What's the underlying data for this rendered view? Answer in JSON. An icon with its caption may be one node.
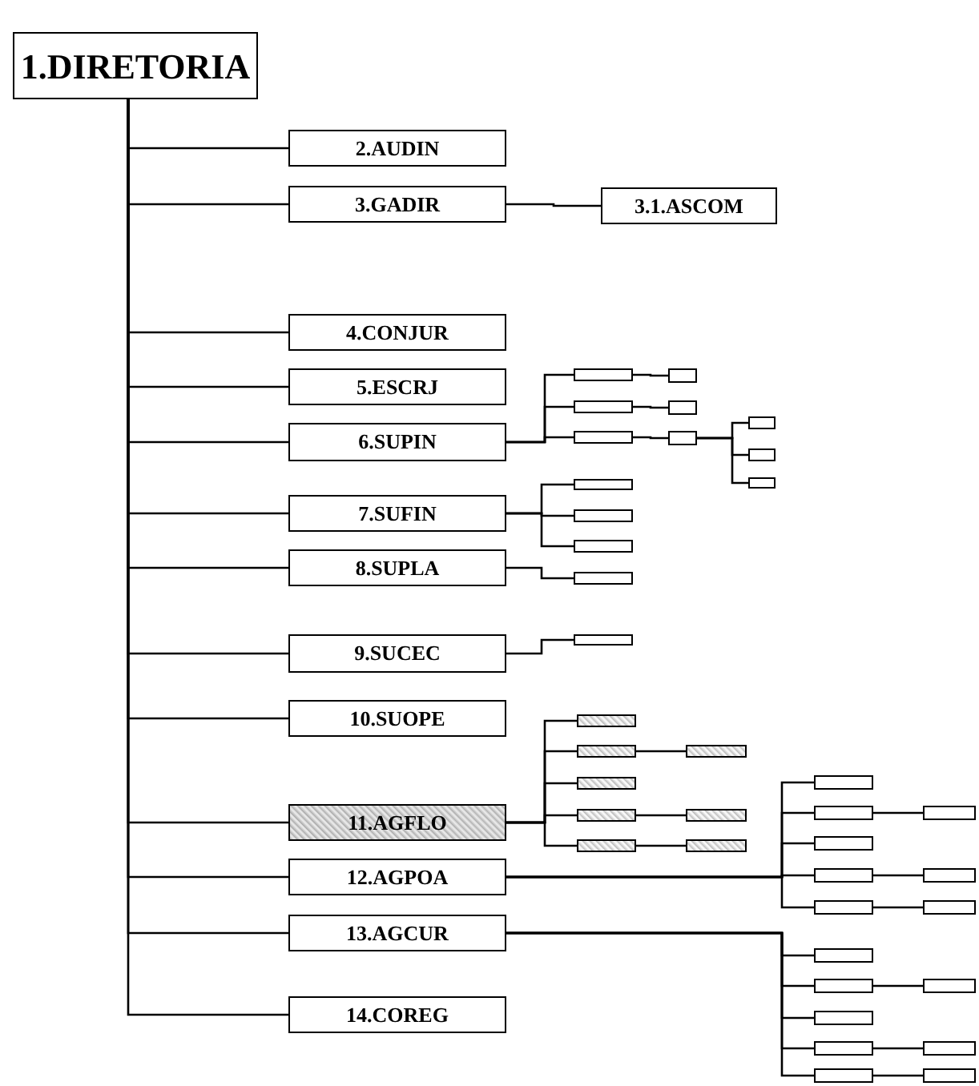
{
  "diagram": {
    "nodes": [
      {
        "text": [
          "1.DIRETORIA"
        ]
      },
      {
        "text": [
          "2.AUDIN"
        ]
      },
      {
        "text": [
          "3.GADIR"
        ]
      },
      {
        "text": [
          "3.1.ASCOM"
        ]
      },
      {
        "text": [
          "4.CONJUR"
        ]
      },
      {
        "text": [
          "5.ESCRJ"
        ]
      },
      {
        "text": [
          "6.SUPIN"
        ]
      },
      {
        "text": [
          "7.SUFIN"
        ]
      },
      {
        "text": [
          "8.SUPLA"
        ]
      },
      {
        "text": [
          "9.SUCEC"
        ]
      },
      {
        "text": [
          "10.SUOPE"
        ]
      },
      {
        "text": [
          "11.AGFLO"
        ]
      },
      {
        "text": [
          "12.AGPOA"
        ]
      },
      {
        "text": [
          "13.AGCUR"
        ]
      },
      {
        "text": [
          "14.COREG"
        ]
      },
      {
        "text": [],
        "shape": "box"
      },
      {
        "text": [],
        "shape": "box"
      },
      {
        "text": [],
        "shape": "box"
      },
      {
        "text": [],
        "shape": "box"
      },
      {
        "text": [],
        "shape": "box"
      },
      {
        "text": [],
        "shape": "box"
      },
      {
        "text": [],
        "shape": "box"
      },
      {
        "text": [],
        "shape": "box"
      },
      {
        "text": [],
        "shape": "box"
      },
      {
        "text": [],
        "shape": "box"
      },
      {
        "text": [],
        "shape": "box"
      },
      {
        "text": [],
        "shape": "box"
      },
      {
        "text": [],
        "shape": "box"
      },
      {
        "text": [],
        "shape": "box"
      },
      {
        "text": [],
        "shape": "box"
      },
      {
        "text": [],
        "shape": "box"
      },
      {
        "text": [],
        "shape": "box"
      },
      {
        "text": [],
        "shape": "box"
      },
      {
        "text": [],
        "shape": "box"
      },
      {
        "text": [],
        "shape": "box"
      },
      {
        "text": [],
        "shape": "box"
      },
      {
        "text": [],
        "shape": "box"
      },
      {
        "text": [],
        "shape": "box"
      },
      {
        "text": [],
        "shape": "box"
      },
      {
        "text": [],
        "shape": "box"
      },
      {
        "text": [],
        "shape": "box"
      },
      {
        "text": [],
        "shape": "box"
      },
      {
        "text": [],
        "shape": "box"
      },
      {
        "text": [],
        "shape": "box"
      },
      {
        "text": [],
        "shape": "box"
      },
      {
        "text": [],
        "shape": "box"
      },
      {
        "text": [],
        "shape": "box"
      },
      {
        "text": [],
        "shape": "box"
      },
      {
        "text": [],
        "shape": "box"
      },
      {
        "text": [],
        "shape": "box"
      },
      {
        "text": [],
        "shape": "box"
      },
      {
        "text": [],
        "shape": "box"
      },
      {
        "text": [],
        "shape": "box"
      }
    ],
    "edges": [
      {
        "from": 0,
        "to": 1,
        "arrow": "none"
      },
      {
        "from": 0,
        "to": 2,
        "arrow": "none"
      },
      {
        "from": 0,
        "to": 4,
        "arrow": "none"
      },
      {
        "from": 0,
        "to": 5,
        "arrow": "none"
      },
      {
        "from": 0,
        "to": 6,
        "arrow": "none"
      },
      {
        "from": 0,
        "to": 7,
        "arrow": "none"
      },
      {
        "from": 0,
        "to": 8,
        "arrow": "none"
      },
      {
        "from": 0,
        "to": 9,
        "arrow": "none"
      },
      {
        "from": 0,
        "to": 10,
        "arrow": "none"
      },
      {
        "from": 0,
        "to": 11,
        "arrow": "none"
      },
      {
        "from": 0,
        "to": 12,
        "arrow": "none"
      },
      {
        "from": 0,
        "to": 13,
        "arrow": "none"
      },
      {
        "from": 0,
        "to": 14,
        "arrow": "none"
      },
      {
        "from": 2,
        "to": 3,
        "arrow": "none"
      },
      {
        "from": 6,
        "to": 15,
        "arrow": "none"
      },
      {
        "from": 6,
        "to": 17,
        "arrow": "none"
      },
      {
        "from": 6,
        "to": 19,
        "arrow": "none"
      },
      {
        "from": 15,
        "to": 16,
        "arrow": "none"
      },
      {
        "from": 17,
        "to": 18,
        "arrow": "none"
      },
      {
        "from": 19,
        "to": 20,
        "arrow": "none"
      },
      {
        "from": 20,
        "to": 21,
        "arrow": "none"
      },
      {
        "from": 20,
        "to": 22,
        "arrow": "none"
      },
      {
        "from": 20,
        "to": 23,
        "arrow": "none"
      },
      {
        "from": 7,
        "to": 24,
        "arrow": "none"
      },
      {
        "from": 7,
        "to": 25,
        "arrow": "none"
      },
      {
        "from": 7,
        "to": 26,
        "arrow": "none"
      },
      {
        "from": 8,
        "to": 27,
        "arrow": "none"
      },
      {
        "from": 9,
        "to": 28,
        "arrow": "none"
      },
      {
        "from": 11,
        "to": 29,
        "arrow": "none"
      },
      {
        "from": 11,
        "to": 30,
        "arrow": "none"
      },
      {
        "from": 11,
        "to": 32,
        "arrow": "none"
      },
      {
        "from": 11,
        "to": 33,
        "arrow": "none"
      },
      {
        "from": 11,
        "to": 35,
        "arrow": "none"
      },
      {
        "from": 30,
        "to": 31,
        "arrow": "none"
      },
      {
        "from": 33,
        "to": 34,
        "arrow": "none"
      },
      {
        "from": 35,
        "to": 36,
        "arrow": "none"
      },
      {
        "from": 12,
        "to": 37,
        "arrow": "none"
      },
      {
        "from": 12,
        "to": 38,
        "arrow": "none"
      },
      {
        "from": 12,
        "to": 40,
        "arrow": "none"
      },
      {
        "from": 12,
        "to": 41,
        "arrow": "none"
      },
      {
        "from": 12,
        "to": 43,
        "arrow": "none"
      },
      {
        "from": 38,
        "to": 39,
        "arrow": "none"
      },
      {
        "from": 41,
        "to": 42,
        "arrow": "none"
      },
      {
        "from": 43,
        "to": 44,
        "arrow": "none"
      },
      {
        "from": 13,
        "to": 45,
        "arrow": "none"
      },
      {
        "from": 13,
        "to": 46,
        "arrow": "none"
      },
      {
        "from": 13,
        "to": 48,
        "arrow": "none"
      },
      {
        "from": 13,
        "to": 49,
        "arrow": "none"
      },
      {
        "from": 13,
        "to": 51,
        "arrow": "none"
      },
      {
        "from": 46,
        "to": 47,
        "arrow": "none"
      },
      {
        "from": 49,
        "to": 50,
        "arrow": "none"
      },
      {
        "from": 51,
        "to": 52,
        "arrow": "none"
      }
    ]
  }
}
